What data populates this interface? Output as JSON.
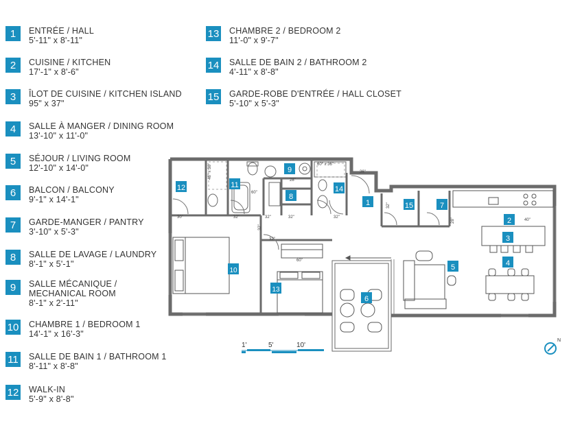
{
  "legend": [
    {
      "num": "1",
      "name": "ENTRÉE / HALL",
      "dim": "5'-11\" x 8'-11\""
    },
    {
      "num": "2",
      "name": "CUISINE / KITCHEN",
      "dim": "17'-1\" x 8'-6\""
    },
    {
      "num": "3",
      "name": "ÎLOT DE CUISINE / KITCHEN ISLAND",
      "dim": "95\" x 37\""
    },
    {
      "num": "4",
      "name": "SALLE À MANGER / DINING ROOM",
      "dim": "13'-10\" x 11'-0\""
    },
    {
      "num": "5",
      "name": "SÉJOUR / LIVING ROOM",
      "dim": "12'-10\" x 14'-0\""
    },
    {
      "num": "6",
      "name": "BALCON / BALCONY",
      "dim": "9'-1\" x 14'-1\""
    },
    {
      "num": "7",
      "name": "GARDE-MANGER / PANTRY",
      "dim": "3'-10\" x 5'-3\""
    },
    {
      "num": "8",
      "name": "SALLE DE LAVAGE / LAUNDRY",
      "dim": "8'-1\" x 5'-1\""
    },
    {
      "num": "9",
      "name": "SALLE MÉCANIQUE /",
      "name2": "MECHANICAL ROOM",
      "dim": "8'-1\" x 2'-11\""
    },
    {
      "num": "10",
      "name": "CHAMBRE 1 / BEDROOM 1",
      "dim": "14'-1\" x 16'-3\""
    },
    {
      "num": "11",
      "name": "SALLE DE BAIN 1 / BATHROOM 1",
      "dim": "8'-11\" x 8'-8\""
    },
    {
      "num": "12",
      "name": "WALK-IN",
      "dim": "5'-9\" x 8'-8\""
    },
    {
      "num": "13",
      "name": "CHAMBRE 2 / BEDROOM 2",
      "dim": "11'-0\" x 9'-7\""
    },
    {
      "num": "14",
      "name": "SALLE DE BAIN 2 / BATHROOM 2",
      "dim": "4'-11\" x 8'-8\""
    },
    {
      "num": "15",
      "name": "GARDE-ROBE D'ENTRÉE / HALL CLOSET",
      "dim": "5'-10\" x 5'-3\""
    }
  ],
  "plan": {
    "dims": {
      "d48x36": "48\" x 36\"",
      "d60x36": "60\" x 36\"",
      "d28": "28\"",
      "d36": "36\"",
      "d60a": "60\"",
      "d30": "30\"",
      "d32a": "32\"",
      "d32b": "32\"",
      "d32c": "32\"",
      "d32d": "32\"",
      "d32e": "32\"",
      "d32f": "32\"",
      "d32g": "32\"",
      "d28b": "28\"",
      "d40": "40\"",
      "d60b": "60\""
    },
    "scale_labels": [
      "1'",
      "5'",
      "10'"
    ],
    "north_label": "N"
  },
  "colors": {
    "accent": "#1a8fbf",
    "wall": "#6b6b6b",
    "line": "#555555"
  }
}
